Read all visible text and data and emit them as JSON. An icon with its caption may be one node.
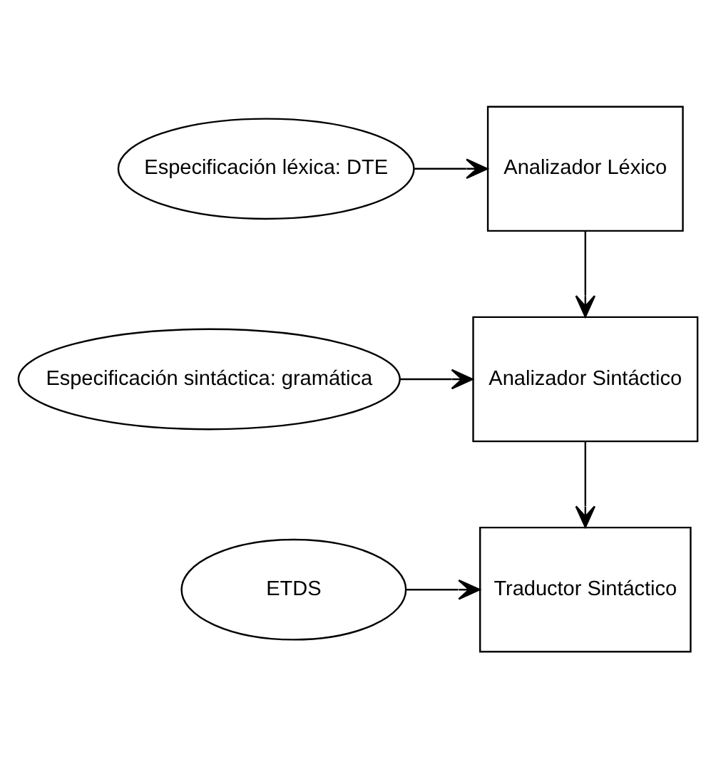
{
  "diagram": {
    "nodes": [
      {
        "text": [
          "Analizador Léxico"
        ]
      },
      {
        "text": [
          "Especificación léxica: DTE"
        ]
      },
      {
        "text": [
          "Analizador Sintáctico"
        ]
      },
      {
        "text": [
          "Especificación sintáctica: gramática"
        ]
      },
      {
        "text": [
          "Traductor Sintáctico"
        ]
      },
      {
        "text": [
          "ETDS"
        ]
      }
    ],
    "edges": [
      {
        "from": 1,
        "to": 0,
        "arrow": "to"
      },
      {
        "from": 0,
        "to": 2,
        "arrow": "to"
      },
      {
        "from": 3,
        "to": 2,
        "arrow": "to"
      },
      {
        "from": 2,
        "to": 4,
        "arrow": "to"
      },
      {
        "from": 5,
        "to": 4,
        "arrow": "to"
      }
    ]
  }
}
